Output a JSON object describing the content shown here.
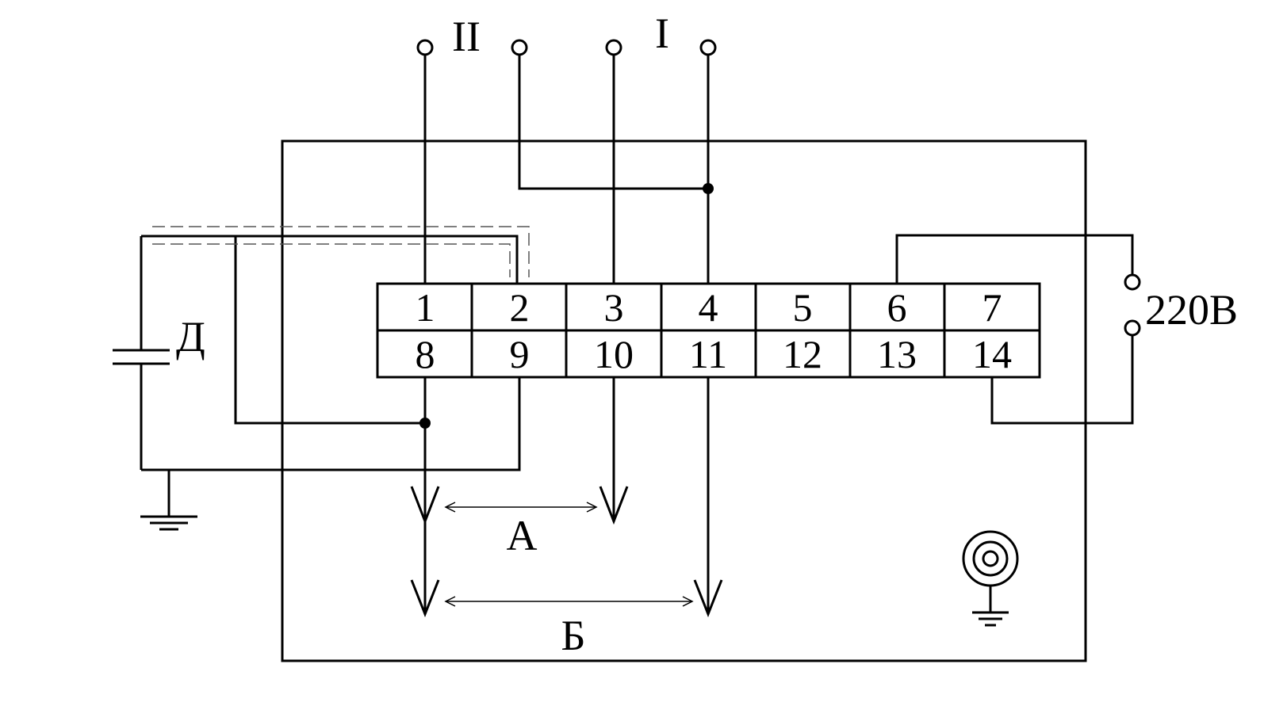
{
  "terminal_block": {
    "top_row": [
      "1",
      "2",
      "3",
      "4",
      "5",
      "6",
      "7"
    ],
    "bottom_row": [
      "8",
      "9",
      "10",
      "11",
      "12",
      "13",
      "14"
    ]
  },
  "labels": {
    "input_II": "II",
    "input_I": "I",
    "capacitor": "Д",
    "voltage": "220В",
    "distance_A": "А",
    "distance_B": "Б"
  }
}
